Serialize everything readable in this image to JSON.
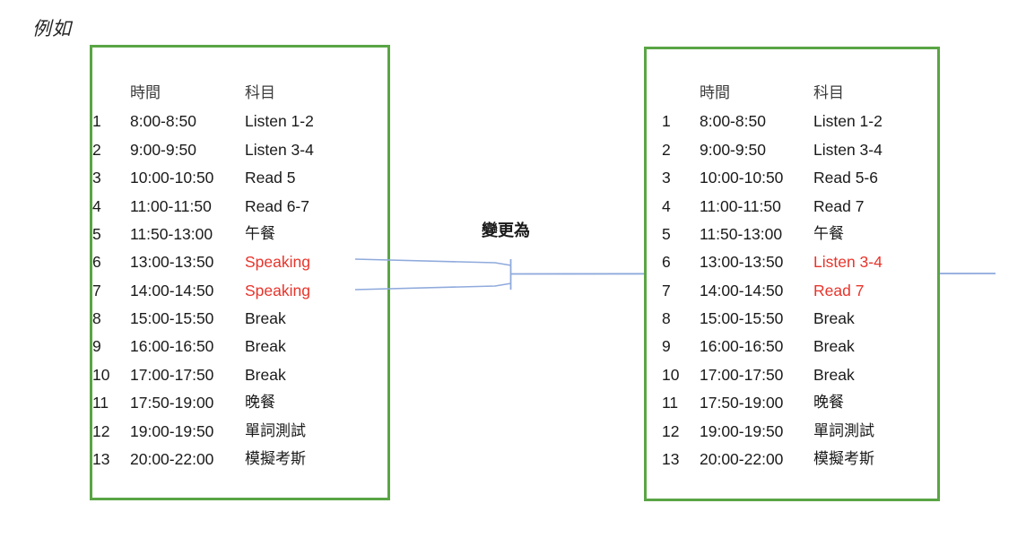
{
  "caption": "例如",
  "center_label": "變更為",
  "colors": {
    "box_border": "#5aa545",
    "highlight_text": "#e8342b",
    "connector_line": "#8faadc",
    "body_text": "#1a1a1a"
  },
  "columns": {
    "index": "",
    "time": "時間",
    "subject": "科目"
  },
  "left_table": {
    "title": "original-schedule",
    "rows": [
      {
        "idx": "1",
        "time": "8:00-8:50",
        "subject": "Listen 1-2",
        "highlight": false,
        "cjk": false
      },
      {
        "idx": "2",
        "time": "9:00-9:50",
        "subject": "Listen 3-4",
        "highlight": false,
        "cjk": false
      },
      {
        "idx": "3",
        "time": "10:00-10:50",
        "subject": "Read 5",
        "highlight": false,
        "cjk": false
      },
      {
        "idx": "4",
        "time": "11:00-11:50",
        "subject": "Read 6-7",
        "highlight": false,
        "cjk": false
      },
      {
        "idx": "5",
        "time": "11:50-13:00",
        "subject": "午餐",
        "highlight": false,
        "cjk": true
      },
      {
        "idx": "6",
        "time": "13:00-13:50",
        "subject": "Speaking",
        "highlight": true,
        "cjk": false
      },
      {
        "idx": "7",
        "time": "14:00-14:50",
        "subject": "Speaking",
        "highlight": true,
        "cjk": false
      },
      {
        "idx": "8",
        "time": "15:00-15:50",
        "subject": "Break",
        "highlight": false,
        "cjk": false
      },
      {
        "idx": "9",
        "time": "16:00-16:50",
        "subject": "Break",
        "highlight": false,
        "cjk": false
      },
      {
        "idx": "10",
        "time": "17:00-17:50",
        "subject": "Break",
        "highlight": false,
        "cjk": false
      },
      {
        "idx": "11",
        "time": "17:50-19:00",
        "subject": "晚餐",
        "highlight": false,
        "cjk": true
      },
      {
        "idx": "12",
        "time": "19:00-19:50",
        "subject": "單詞測試",
        "highlight": false,
        "cjk": true
      },
      {
        "idx": "13",
        "time": "20:00-22:00",
        "subject": "模擬考斯",
        "highlight": false,
        "cjk": true
      }
    ]
  },
  "right_table": {
    "title": "updated-schedule",
    "rows": [
      {
        "idx": "1",
        "time": "8:00-8:50",
        "subject": "Listen 1-2",
        "highlight": false,
        "cjk": false
      },
      {
        "idx": "2",
        "time": "9:00-9:50",
        "subject": "Listen 3-4",
        "highlight": false,
        "cjk": false
      },
      {
        "idx": "3",
        "time": "10:00-10:50",
        "subject": "Read 5-6",
        "highlight": false,
        "cjk": false
      },
      {
        "idx": "4",
        "time": "11:00-11:50",
        "subject": "Read 7",
        "highlight": false,
        "cjk": false
      },
      {
        "idx": "5",
        "time": "11:50-13:00",
        "subject": "午餐",
        "highlight": false,
        "cjk": true
      },
      {
        "idx": "6",
        "time": "13:00-13:50",
        "subject": "Listen 3-4",
        "highlight": true,
        "cjk": false
      },
      {
        "idx": "7",
        "time": "14:00-14:50",
        "subject": "Read 7",
        "highlight": true,
        "cjk": false
      },
      {
        "idx": "8",
        "time": "15:00-15:50",
        "subject": "Break",
        "highlight": false,
        "cjk": false
      },
      {
        "idx": "9",
        "time": "16:00-16:50",
        "subject": "Break",
        "highlight": false,
        "cjk": false
      },
      {
        "idx": "10",
        "time": "17:00-17:50",
        "subject": "Break",
        "highlight": false,
        "cjk": false
      },
      {
        "idx": "11",
        "time": "17:50-19:00",
        "subject": "晚餐",
        "highlight": false,
        "cjk": true
      },
      {
        "idx": "12",
        "time": "19:00-19:50",
        "subject": "單詞測試",
        "highlight": false,
        "cjk": true
      },
      {
        "idx": "13",
        "time": "20:00-22:00",
        "subject": "模擬考斯",
        "highlight": false,
        "cjk": true
      }
    ]
  }
}
